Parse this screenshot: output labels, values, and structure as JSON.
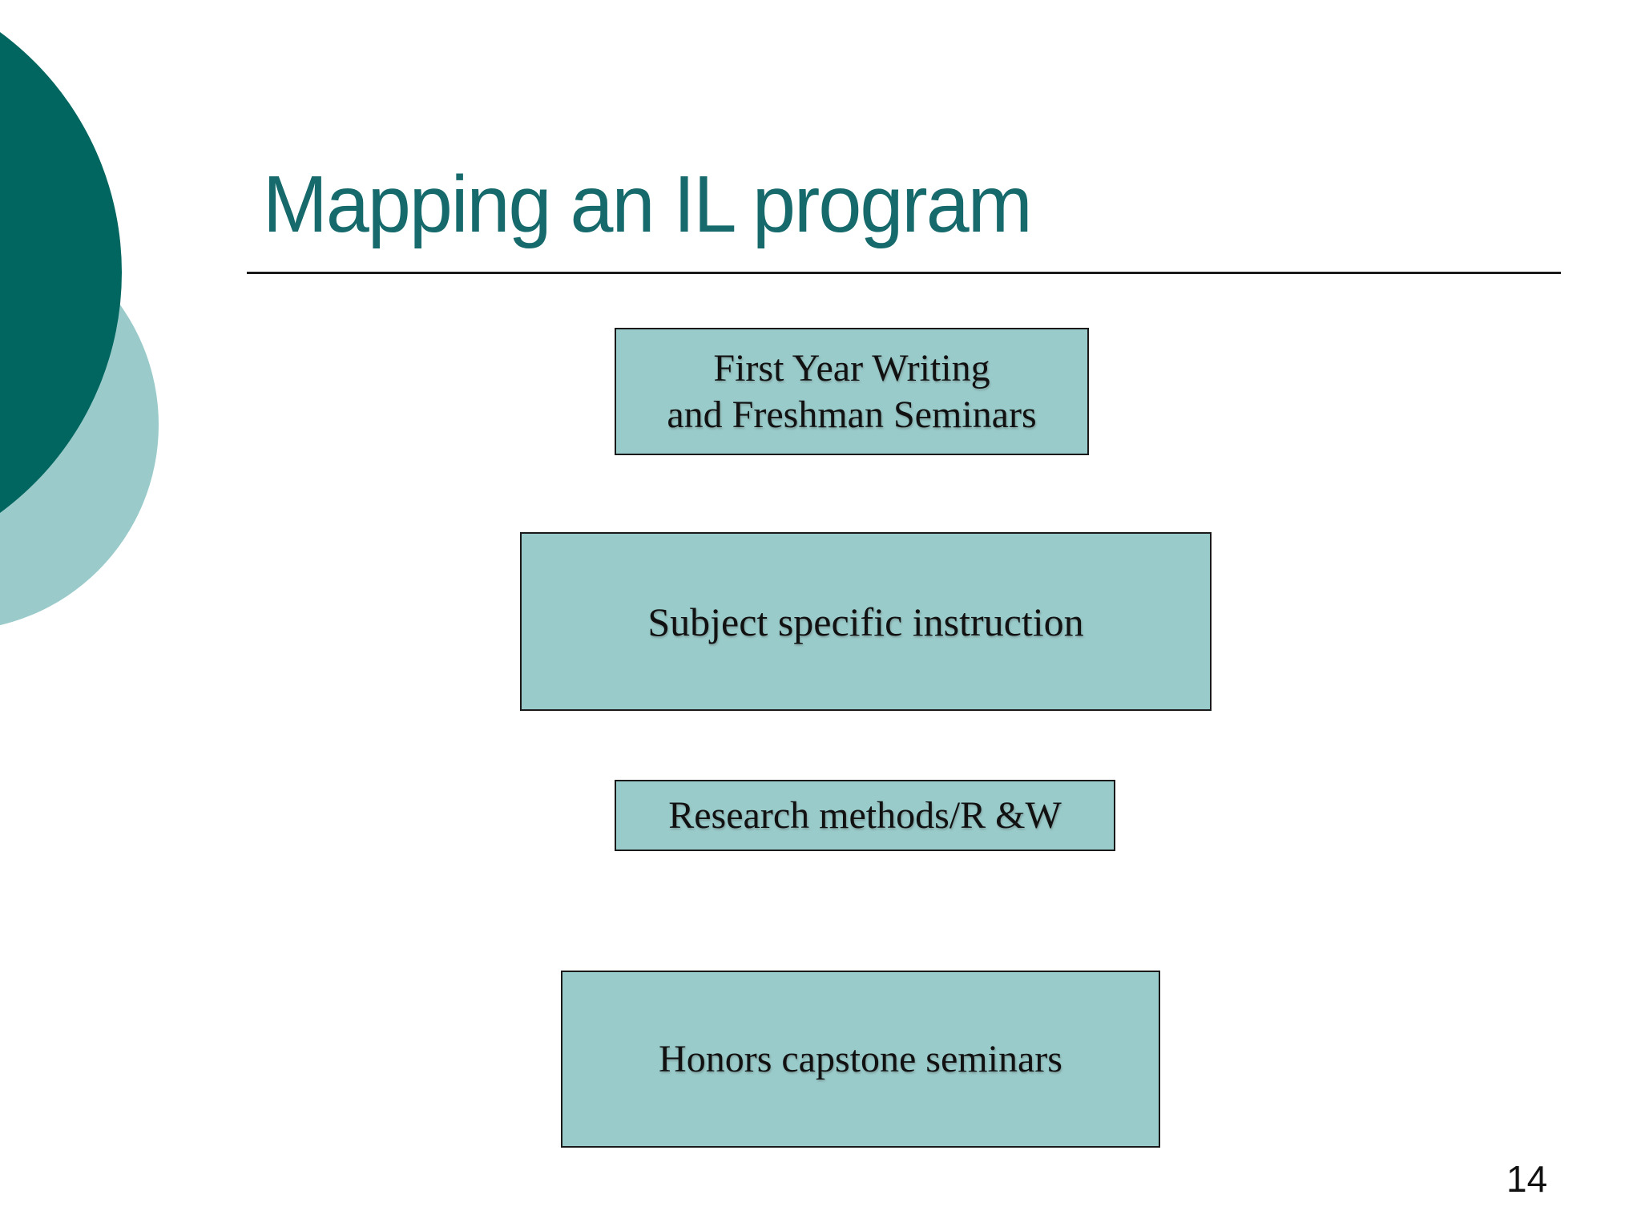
{
  "slide": {
    "title": "Mapping an IL program",
    "page_number": "14",
    "boxes": [
      {
        "name": "first-year-writing",
        "lines": [
          "First Year Writing",
          "and Freshman Seminars"
        ]
      },
      {
        "name": "subject-specific-instruction",
        "lines": [
          "Subject specific instruction"
        ]
      },
      {
        "name": "research-methods",
        "lines": [
          "Research methods/R &W"
        ]
      },
      {
        "name": "honors-capstone-seminars",
        "lines": [
          "Honors capstone seminars"
        ]
      }
    ],
    "colors": {
      "title_text": "#166a6c",
      "dark_circle": "#00665f",
      "light_circle": "#9acaca",
      "box_fill": "#99cbca",
      "box_border": "#1a1a1a",
      "box_text": "#111111",
      "divider": "#1a1a1a",
      "page_number_text": "#111111"
    }
  }
}
